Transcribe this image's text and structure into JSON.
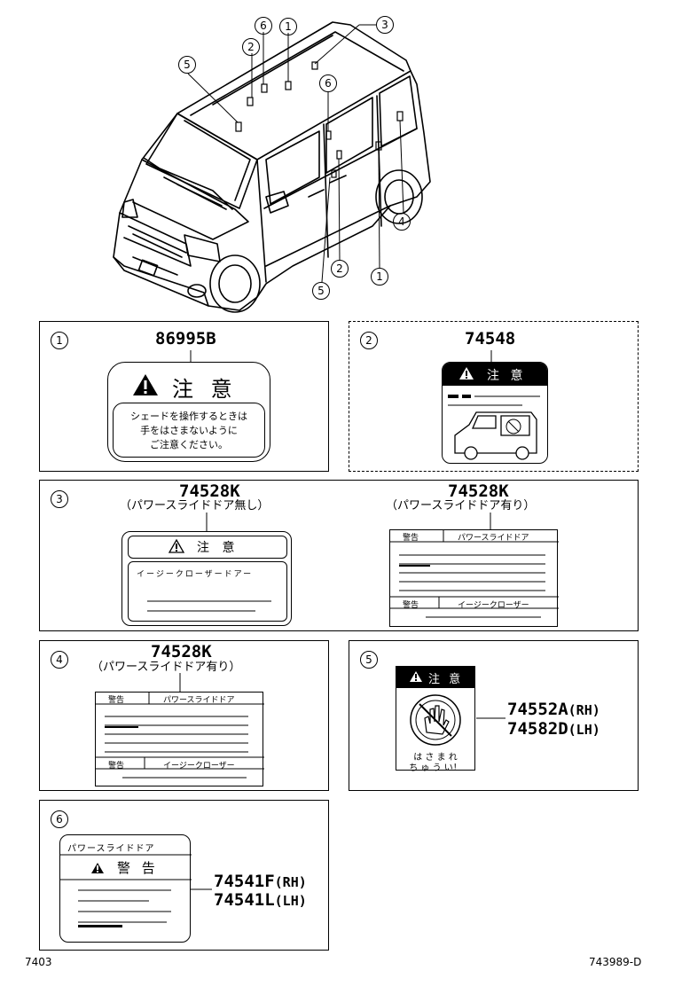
{
  "callouts": [
    "1",
    "2",
    "3",
    "4",
    "5",
    "6"
  ],
  "panels": {
    "p1": {
      "part": "86995B",
      "heading": "注 意",
      "lines": [
        "シェードを操作するときは",
        "手をはさまないように",
        "ご注意ください。"
      ]
    },
    "p2": {
      "part": "74548",
      "heading": "注 意"
    },
    "p3": {
      "left": {
        "part": "74528K",
        "sub": "（パワースライドドア無し）",
        "heading": "注 意",
        "line": "イージークローザードアー"
      },
      "right": {
        "part": "74528K",
        "sub": "（パワースライドドア有り）",
        "top_badge": "警告",
        "top_title": "パワースライドドア",
        "bottom_badge": "警告",
        "bottom_title": "イージークローザー"
      }
    },
    "p4": {
      "part": "74528K",
      "sub": "（パワースライドドア有り）",
      "top_badge": "警告",
      "top_title": "パワースライドドア",
      "bottom_badge": "警告",
      "bottom_title": "イージークローザー"
    },
    "p5": {
      "part_rh": "74552A",
      "rh": "(RH)",
      "part_lh": "74582D",
      "lh": "(LH)",
      "heading": "注 意",
      "caption1": "は さ ま れ",
      "caption2": "ち ゅ う い！"
    },
    "p6": {
      "part_rh": "74541F",
      "rh": "(RH)",
      "part_lh": "74541L",
      "lh": "(LH)",
      "title": "パワースライドドア",
      "heading": "警 告"
    }
  },
  "footer": {
    "left": "7403",
    "right": "743989-D"
  }
}
